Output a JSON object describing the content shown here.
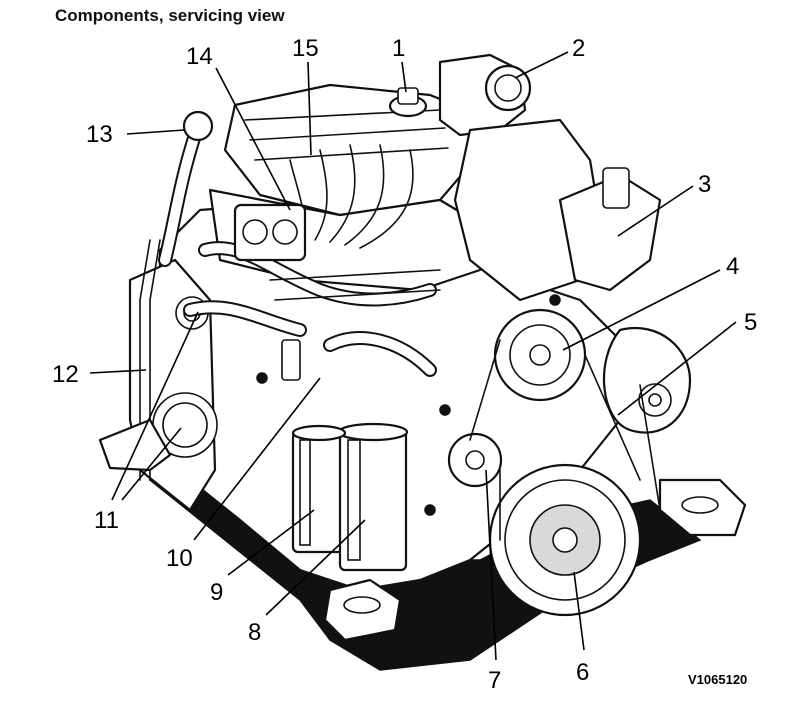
{
  "title": "Components, servicing view",
  "callouts": [
    "1",
    "2",
    "3",
    "4",
    "5",
    "6",
    "7",
    "8",
    "9",
    "10",
    "11",
    "12",
    "13",
    "14",
    "15"
  ],
  "reference_code": "V1065120"
}
